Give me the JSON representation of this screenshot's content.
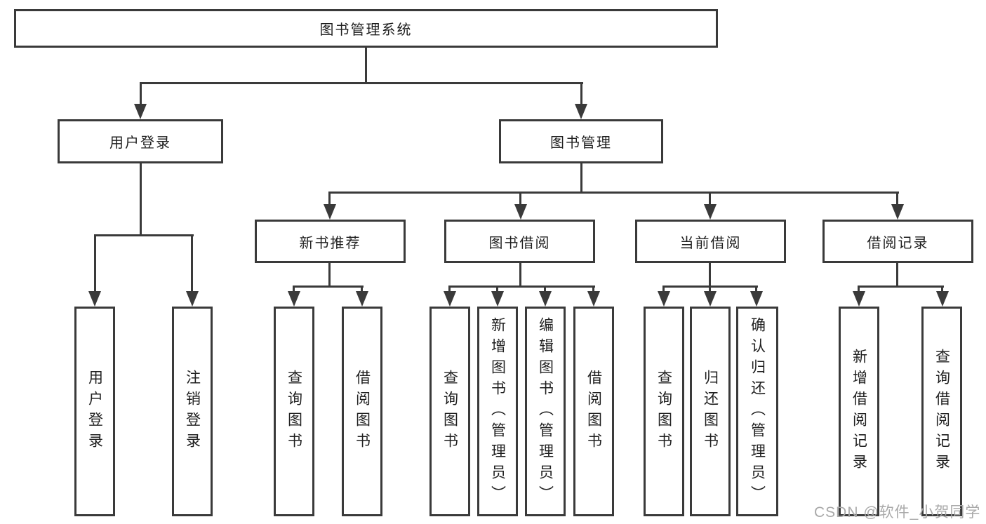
{
  "colors": {
    "line": "#3a3a3a",
    "text": "#1f1f1f",
    "watermark": "#a9a9a9",
    "bg": "#ffffff"
  },
  "watermark": {
    "text": "CSDN @软件_小贺同学"
  },
  "tree": {
    "label": "图书管理系统",
    "children": [
      {
        "label": "用户登录",
        "children": [
          {
            "label": "用户登录"
          },
          {
            "label": "注销登录"
          }
        ]
      },
      {
        "label": "图书管理",
        "children": [
          {
            "label": "新书推荐",
            "children": [
              {
                "label": "查询图书"
              },
              {
                "label": "借阅图书"
              }
            ]
          },
          {
            "label": "图书借阅",
            "children": [
              {
                "label": "查询图书"
              },
              {
                "label": "新增图书（管理员）"
              },
              {
                "label": "编辑图书（管理员）"
              },
              {
                "label": "借阅图书"
              }
            ]
          },
          {
            "label": "当前借阅",
            "children": [
              {
                "label": "查询图书"
              },
              {
                "label": "归还图书"
              },
              {
                "label": "确认归还（管理员）"
              }
            ]
          },
          {
            "label": "借阅记录",
            "children": [
              {
                "label": "新增借阅记录"
              },
              {
                "label": "查询借阅记录"
              }
            ]
          }
        ]
      }
    ]
  }
}
